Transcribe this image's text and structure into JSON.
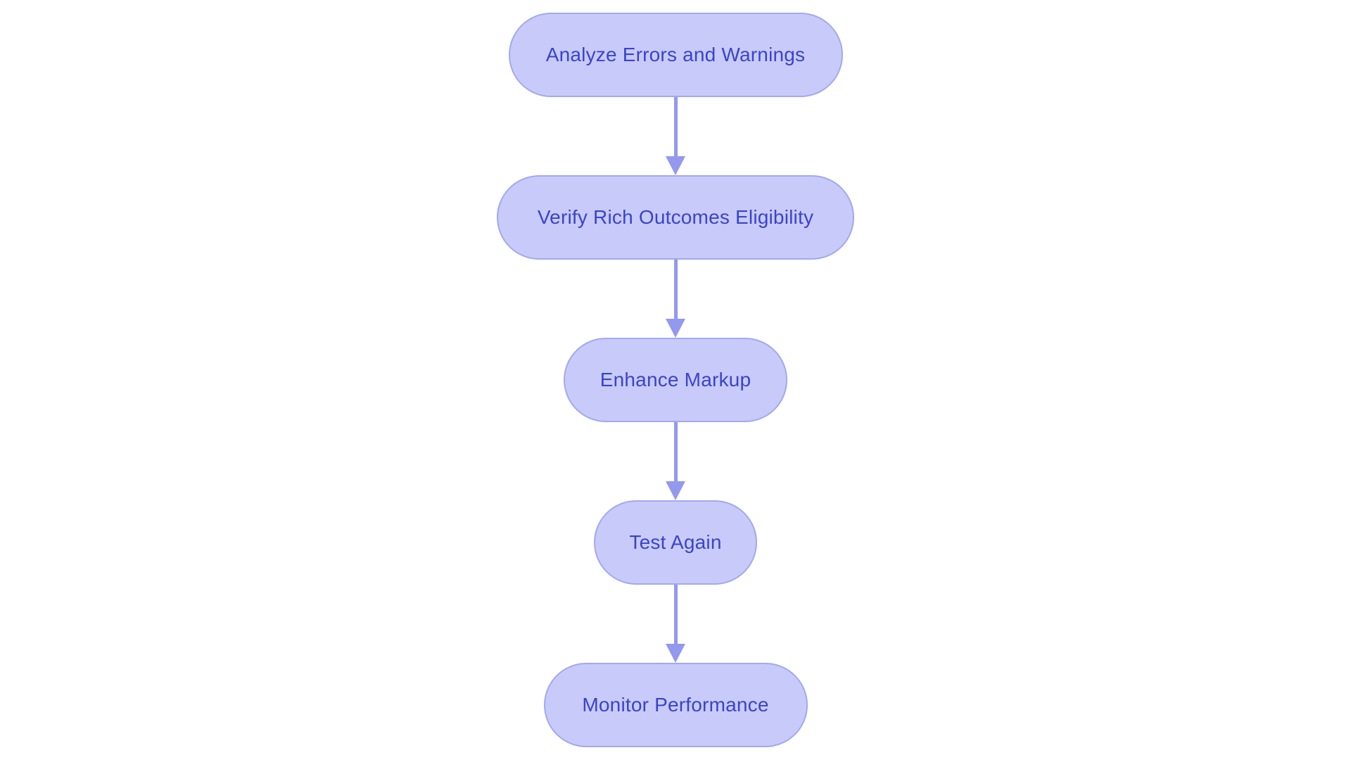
{
  "diagram": {
    "type": "flowchart",
    "direction": "top-down",
    "colors": {
      "canvas_bg": "#ffffff",
      "node_fill": "#c8cbf9",
      "node_border": "#a2a8f1",
      "node_text": "#3a43cd",
      "arrow_color": "#9399ee"
    },
    "nodes": [
      {
        "id": "analyze-errors-and-warnings",
        "label": "Analyze Errors and Warnings",
        "shape": "stadium"
      },
      {
        "id": "verify-rich-outcomes-eligibility",
        "label": "Verify Rich Outcomes Eligibility",
        "shape": "stadium"
      },
      {
        "id": "enhance-markup",
        "label": "Enhance Markup",
        "shape": "stadium"
      },
      {
        "id": "test-again",
        "label": "Test Again",
        "shape": "stadium"
      },
      {
        "id": "monitor-performance",
        "label": "Monitor Performance",
        "shape": "stadium"
      }
    ],
    "edges": [
      {
        "from": "analyze-errors-and-warnings",
        "to": "verify-rich-outcomes-eligibility",
        "style": "arrow-down"
      },
      {
        "from": "verify-rich-outcomes-eligibility",
        "to": "enhance-markup",
        "style": "arrow-down"
      },
      {
        "from": "enhance-markup",
        "to": "test-again",
        "style": "arrow-down"
      },
      {
        "from": "test-again",
        "to": "monitor-performance",
        "style": "arrow-down"
      }
    ]
  }
}
